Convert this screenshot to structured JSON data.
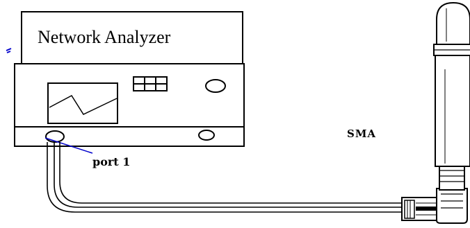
{
  "labels": {
    "analyzer": "Network Analyzer",
    "connector": "SMA",
    "port": "port 1"
  },
  "colors": {
    "outline": "#000000",
    "pointer": "#0000cc",
    "background": "#ffffff"
  },
  "icons": {
    "screen": "trace-screen-icon",
    "keypad": "button-grid-icon",
    "knob": "knob-icon",
    "connector": "sma-connector-icon",
    "antenna": "dipole-antenna-icon"
  }
}
